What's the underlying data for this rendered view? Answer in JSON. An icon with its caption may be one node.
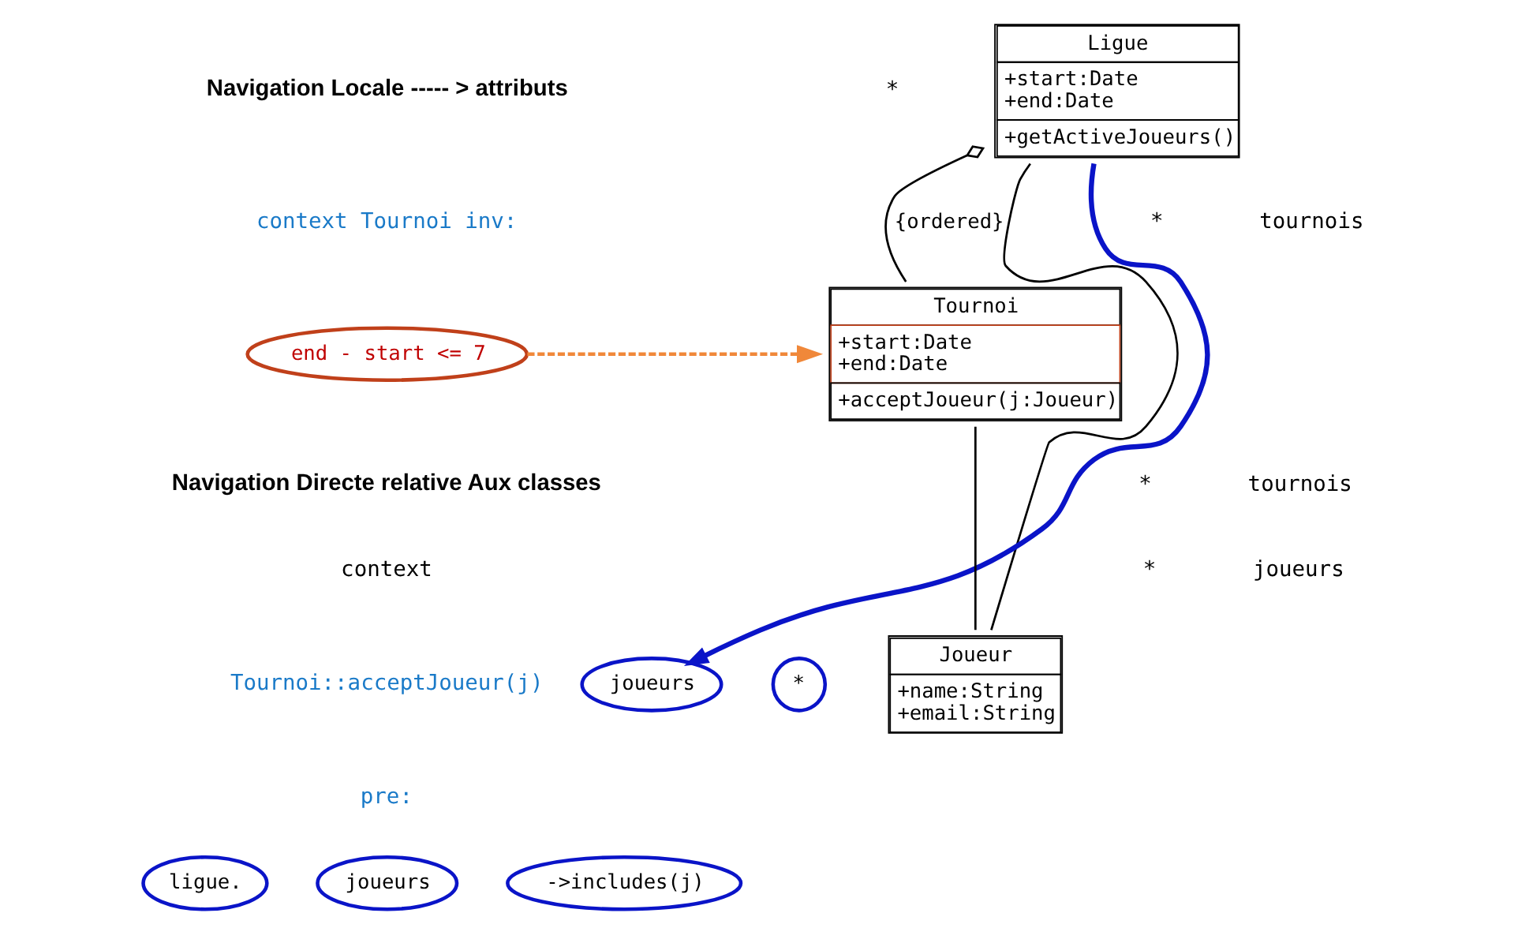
{
  "diagram": {
    "nodes": [
      {
        "text": [
          "end - start <= 7"
        ]
      },
      {
        "text": [
          "ligue."
        ]
      },
      {
        "text": [
          "joueurs"
        ]
      },
      {
        "text": [
          "->includes(j)"
        ]
      },
      {
        "text": [
          "Ligue",
          "+start:Date",
          "+end:Date",
          "+getActiveJoueurs()"
        ]
      },
      {
        "text": [
          "Tournoi",
          "+start:Date",
          "+end:Date",
          "+acceptJoueur(j:Joueur)"
        ]
      },
      {
        "text": [
          "Joueur",
          "+name:String",
          "+email:String"
        ]
      },
      {
        "text": [
          "joueurs"
        ]
      },
      {
        "text": [
          "*"
        ]
      }
    ],
    "edges": [
      {
        "from": 4,
        "to": 5,
        "arrow": "other",
        "label": "{ordered}"
      },
      {
        "from": 5,
        "to": 6,
        "arrow": "none"
      },
      {
        "from": 4,
        "to": 6,
        "arrow": "none"
      },
      {
        "from": 0,
        "to": 5,
        "arrow": "to",
        "style": "dashed",
        "color": "#f0883a"
      },
      {
        "from": 4,
        "to": 7,
        "arrow": "to",
        "style": "thick",
        "color": "#0a14c8"
      }
    ],
    "labels": [
      "Navigation Locale ----- > attributs",
      "context Tournoi inv:",
      "Navigation Directe relative Aux classes",
      "context",
      "Tournoi::acceptJoueur(j)",
      "pre:",
      "*",
      "*",
      "tournois",
      "*",
      "tournois",
      "*",
      "joueurs"
    ]
  }
}
